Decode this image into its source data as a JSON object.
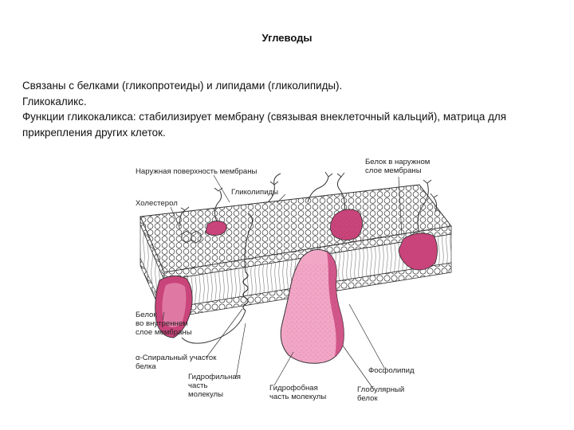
{
  "slide": {
    "title": "Углеводы",
    "paragraphs": [
      "Связаны с белками (гликопротеиды) и липидами (гликолипиды).",
      "Гликокаликс.",
      "Функции гликокаликса: стабилизирует мембрану (связывая внеклеточный кальций), матрица для прикрепления других клеток."
    ]
  },
  "figure": {
    "labels": {
      "outer_surface": "Наружная поверхность мембраны",
      "outer_protein": "Белок в наружном\nслое мембраны",
      "glycolipids": "Гликолипиды",
      "cholesterol": "Холестерол",
      "inner_protein": "Белок\nво внутреннем\nслое мембраны",
      "alpha_helix": "α-Спиральный участок\nбелка",
      "hydrophilic": "Гидрофильная\nчасть\nмолекулы",
      "hydrophobic": "Гидрофобная\nчасть молекулы",
      "phospholipid": "Фосфолипид",
      "globular_protein": "Глобулярный\nбелок"
    },
    "colors": {
      "protein_dark": "#c8447a",
      "protein_light": "#f2a6c6",
      "line": "#333333"
    }
  }
}
